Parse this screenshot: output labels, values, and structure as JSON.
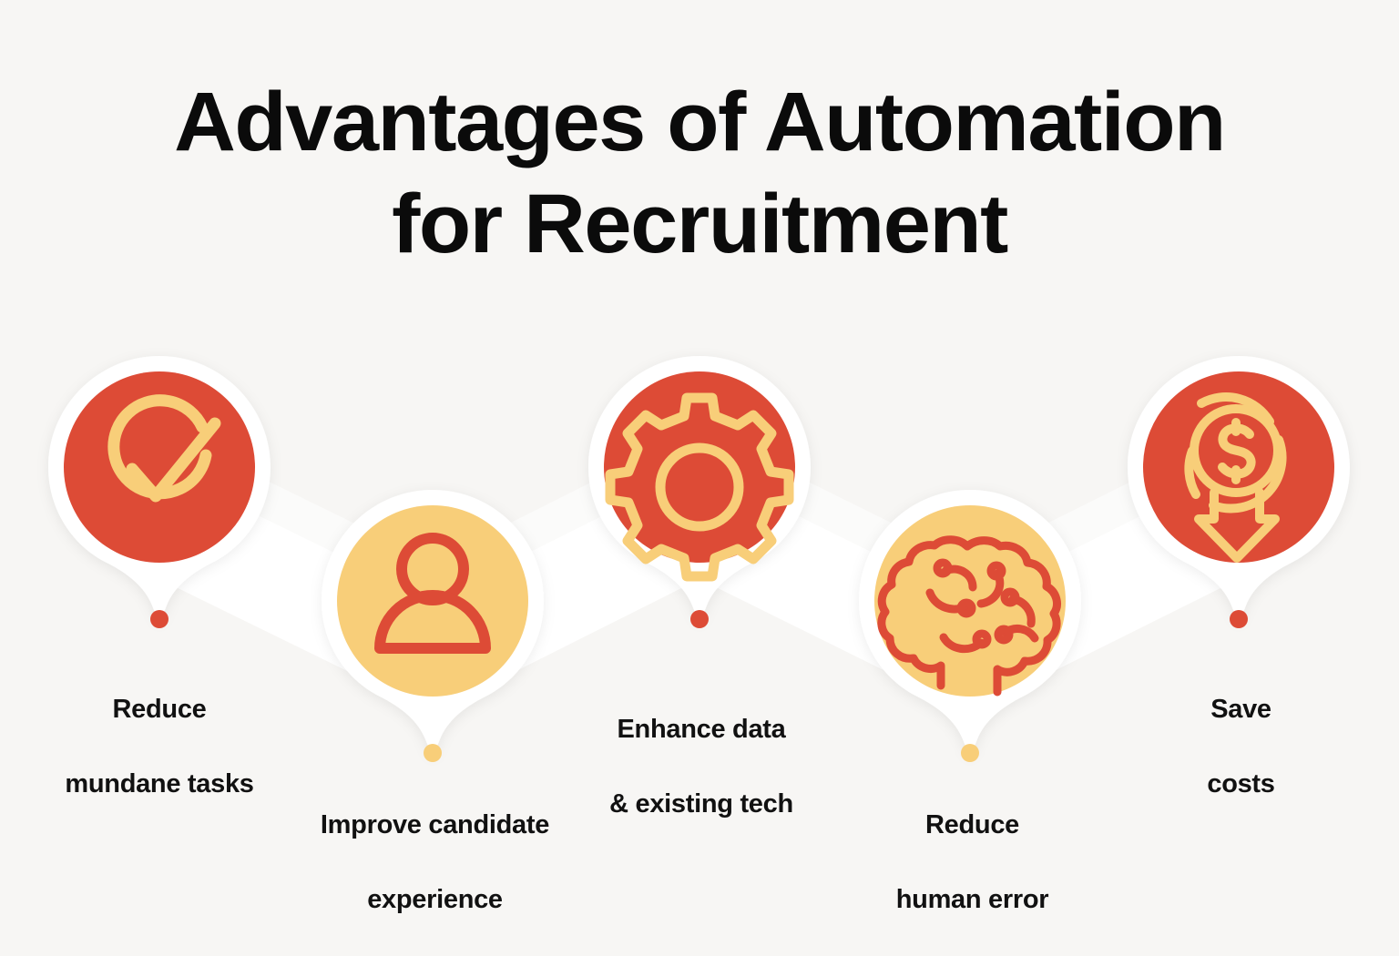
{
  "title": {
    "line1": "Advantages of Automation",
    "line2": "for Recruitment"
  },
  "colors": {
    "background": "#F7F6F4",
    "red": "#DD4B36",
    "yellow": "#F8CE79",
    "ribbon": "#FFFFFF",
    "text": "#111111"
  },
  "steps": [
    {
      "index": "1",
      "icon": "check-circle-icon",
      "circle_color": "#DD4B36",
      "icon_color": "#F8CE79",
      "dot_color": "#DD4B36",
      "position": "up",
      "label_line1": "Reduce",
      "label_line2": "mundane tasks"
    },
    {
      "index": "2",
      "icon": "person-icon",
      "circle_color": "#F8CE79",
      "icon_color": "#DD4B36",
      "dot_color": "#F8CE79",
      "position": "down",
      "label_line1": "Improve candidate",
      "label_line2": "experience"
    },
    {
      "index": "3",
      "icon": "gear-icon",
      "circle_color": "#DD4B36",
      "icon_color": "#F8CE79",
      "dot_color": "#DD4B36",
      "position": "up",
      "label_line1": "Enhance data",
      "label_line2": "& existing tech"
    },
    {
      "index": "4",
      "icon": "brain-icon",
      "circle_color": "#F8CE79",
      "icon_color": "#DD4B36",
      "dot_color": "#F8CE79",
      "position": "down",
      "label_line1": "Reduce",
      "label_line2": "human error"
    },
    {
      "index": "5",
      "icon": "money-down-arrow-icon",
      "circle_color": "#DD4B36",
      "icon_color": "#F8CE79",
      "dot_color": "#DD4B36",
      "position": "up",
      "label_line1": "Save",
      "label_line2": "costs"
    }
  ]
}
